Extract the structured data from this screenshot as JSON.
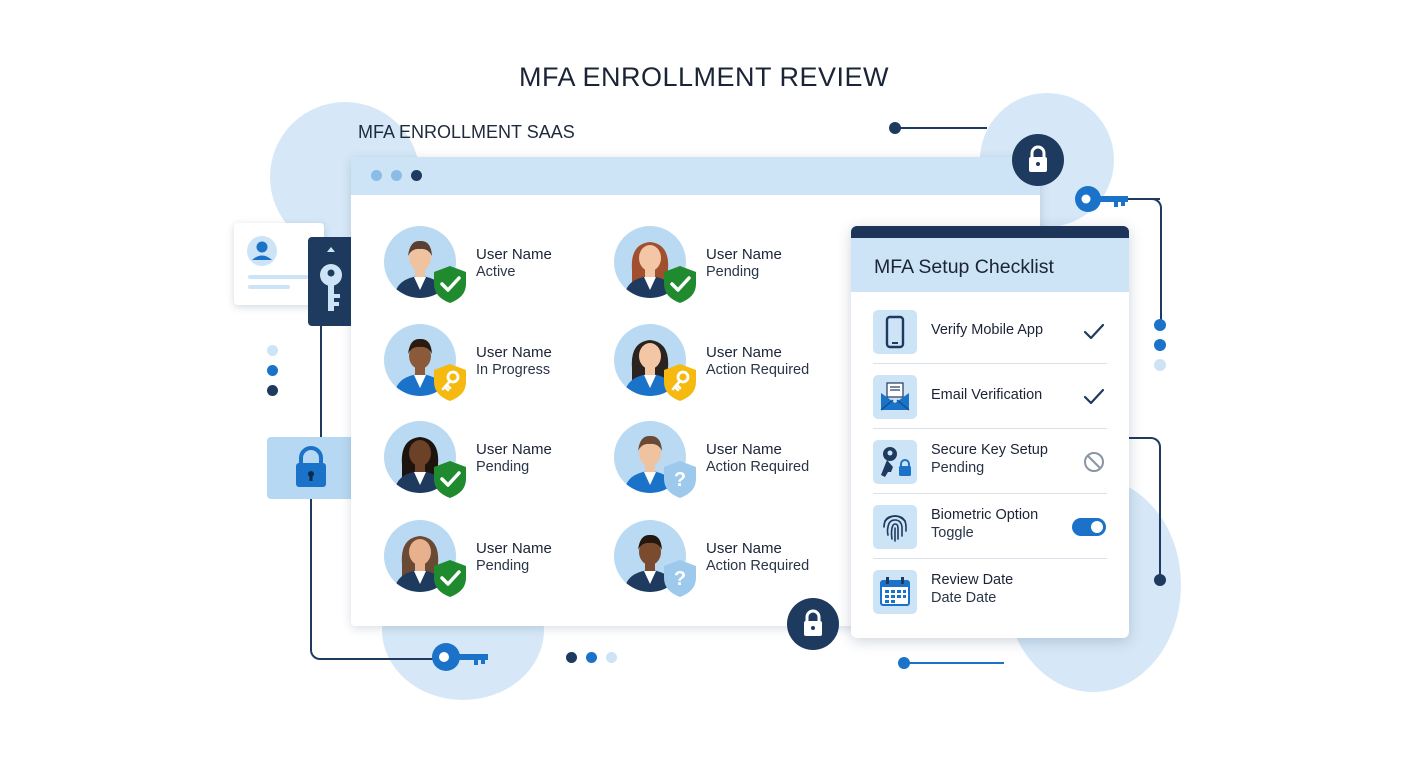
{
  "page": {
    "title": "MFA ENROLLMENT REVIEW",
    "app_label": "MFA ENROLLMENT SAAS"
  },
  "users": [
    {
      "name": "User Name",
      "status": "Active",
      "badge": "check-shield-icon"
    },
    {
      "name": "User Name",
      "status": "Pending",
      "badge": "check-shield-icon"
    },
    {
      "name": "User Name",
      "status": "In Progress",
      "badge": "key-shield-icon"
    },
    {
      "name": "User Name",
      "status": "Action Required",
      "badge": "key-shield-icon"
    },
    {
      "name": "User Name",
      "status": "Pending",
      "badge": "check-shield-icon"
    },
    {
      "name": "User Name",
      "status": "Action Required",
      "badge": "question-shield-icon"
    },
    {
      "name": "User Name",
      "status": "Pending",
      "badge": "check-shield-icon"
    },
    {
      "name": "User Name",
      "status": "Action Required",
      "badge": "question-shield-icon"
    }
  ],
  "checklist": {
    "title": "MFA Setup Checklist",
    "items": [
      {
        "label": "Verify Mobile App",
        "sub": "",
        "icon": "mobile-phone-icon",
        "action": "checkmark-icon"
      },
      {
        "label": "Email Verification",
        "sub": "",
        "icon": "envelope-icon",
        "action": "checkmark-icon"
      },
      {
        "label": "Secure Key Setup",
        "sub": "Pending",
        "icon": "key-lock-icon",
        "action": "blocked-icon"
      },
      {
        "label": "Biometric Option",
        "sub": "Toggle",
        "icon": "fingerprint-icon",
        "action": "toggle-switch",
        "toggle_on": true
      },
      {
        "label": "Review Date",
        "sub": "Date Date",
        "icon": "calendar-icon",
        "action": ""
      }
    ]
  },
  "colors": {
    "navy": "#1e3a5f",
    "accent_blue": "#1a73c9",
    "light_blue": "#cde3f6",
    "success_green": "#1f8a2e",
    "warning_yellow": "#f5b90f",
    "question_blue": "#9cc9ec"
  }
}
